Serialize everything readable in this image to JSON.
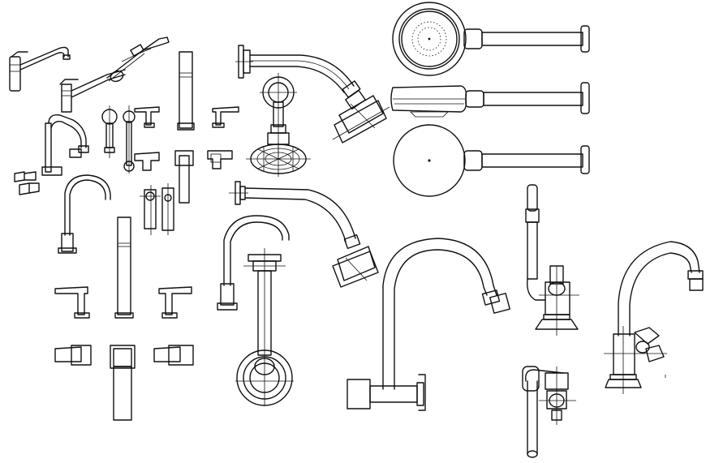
{
  "drawing": {
    "background": "#ffffff",
    "stroke_color": "#111111",
    "items": [
      {
        "name": "single-lever-kitchen-mixer-side"
      },
      {
        "name": "pull-out-kitchen-mixer-side"
      },
      {
        "name": "bridge-spout-basin-mixer"
      },
      {
        "name": "wall-lever-knobs"
      },
      {
        "name": "tall-deck-spout-side"
      },
      {
        "name": "small-lever-handles"
      },
      {
        "name": "square-lever-handles"
      },
      {
        "name": "wall-shower-arm-flange"
      },
      {
        "name": "shower-arm-with-head-side"
      },
      {
        "name": "shower-arm-escutcheon-front"
      },
      {
        "name": "rain-shower-head-front"
      },
      {
        "name": "round-shower-head-front"
      },
      {
        "name": "shower-head-side-profile"
      },
      {
        "name": "plain-shower-head-front"
      },
      {
        "name": "gooseneck-spout-side"
      },
      {
        "name": "deck-spout-with-hand-shower"
      },
      {
        "name": "three-hole-tub-filler"
      },
      {
        "name": "lever-handles-row"
      },
      {
        "name": "top-view-lever-handles"
      },
      {
        "name": "gooseneck-bar-faucet"
      },
      {
        "name": "shower-arm-angled-head"
      },
      {
        "name": "pedestal-column-front"
      },
      {
        "name": "wall-mounted-gooseneck-faucet"
      },
      {
        "name": "pillar-tap-cross-handle"
      },
      {
        "name": "wall-tap-cross-handle-front"
      },
      {
        "name": "swan-neck-cross-handle-faucet"
      }
    ]
  }
}
